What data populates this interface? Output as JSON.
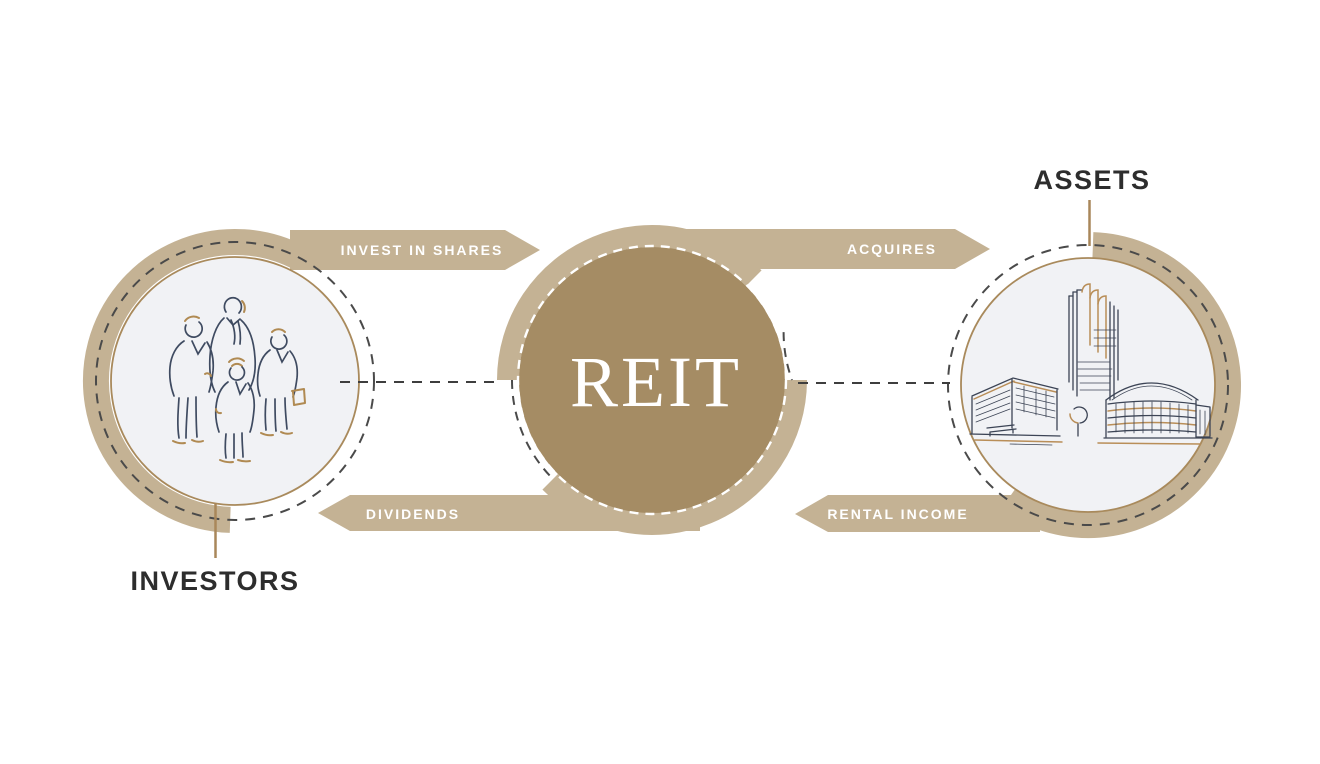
{
  "diagram": {
    "center": {
      "label": "REIT"
    },
    "nodes": {
      "investors": {
        "label": "INVESTORS"
      },
      "assets": {
        "label": "ASSETS"
      }
    },
    "flows": {
      "invest_in_shares": {
        "label": "INVEST IN SHARES",
        "direction": "right"
      },
      "acquires": {
        "label": "ACQUIRES",
        "direction": "right"
      },
      "dividends": {
        "label": "DIVIDENDS",
        "direction": "left"
      },
      "rental_income": {
        "label": "RENTAL INCOME",
        "direction": "left"
      }
    },
    "colors": {
      "band_tan": "#c4b294",
      "center_circle_tan": "#a58c64",
      "inner_circle_fill": "#f1f2f5",
      "thin_circle_outline": "#a98a5c",
      "dash_dark": "#4a4a4a",
      "label_text": "#2d2d2d",
      "band_text": "#ffffff",
      "illustration_dark": "#3f4b61",
      "illustration_tan": "#b08a52"
    }
  }
}
